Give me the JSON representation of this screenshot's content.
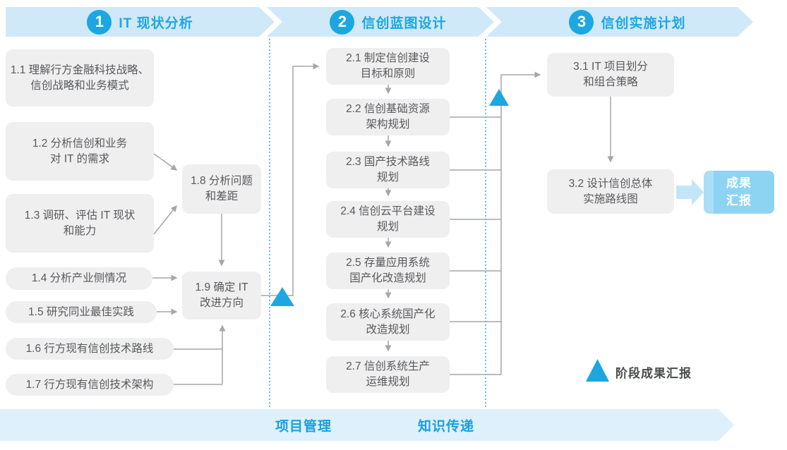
{
  "phases": [
    {
      "number": "1",
      "title": "IT 现状分析"
    },
    {
      "number": "2",
      "title": "信创蓝图设计"
    },
    {
      "number": "3",
      "title": "信创实施计划"
    }
  ],
  "steps": {
    "s11": "1.1 理解行方金融科技战略、\n信创战略和业务模式",
    "s12": "1.2 分析信创和业务\n对 IT 的需求",
    "s13": "1.3 调研、评估 IT 现状\n和能力",
    "s14": "1.4 分析产业侧情况",
    "s15": "1.5 研究同业最佳实践",
    "s16": "1.6 行方现有信创技术路线",
    "s17": "1.7 行方现有信创技术架构",
    "s18": "1.8 分析问题\n和差距",
    "s19": "1.9 确定 IT\n改进方向",
    "s21": "2.1 制定信创建设\n目标和原则",
    "s22": "2.2 信创基础资源\n架构规划",
    "s23": "2.3 国产技术路线\n规划",
    "s24": "2.4 信创云平台建设\n规划",
    "s25": "2.5 存量应用系统\n国产化改造规划",
    "s26": "2.6 核心系统国产化\n改造规划",
    "s27": "2.7 信创系统生产\n运维规划",
    "s31": "3.1 IT 项目划分\n和组合策略",
    "s32": "3.2 设计信创总体\n实施路线图"
  },
  "result_box": {
    "label": "成果\n汇报"
  },
  "legend": {
    "label": "阶段成果汇报"
  },
  "footer": {
    "left_label": "项目管理",
    "right_label": "知识传递"
  },
  "colors": {
    "accent_blue": "#1ca7e2",
    "banner_bg": "#cfe9f8",
    "footer_bg": "#ddf0fb",
    "footer_text": "#199fdc",
    "box_bg": "#efeff0",
    "box_text": "#58595b",
    "connector_gray": "#a4a6a9",
    "result_box_bg": "#8dd4f2",
    "result_box_stripe": "#abdff6",
    "block_arrow_blue": "#c2e6f8",
    "legend_text": "#4a4b4d"
  }
}
